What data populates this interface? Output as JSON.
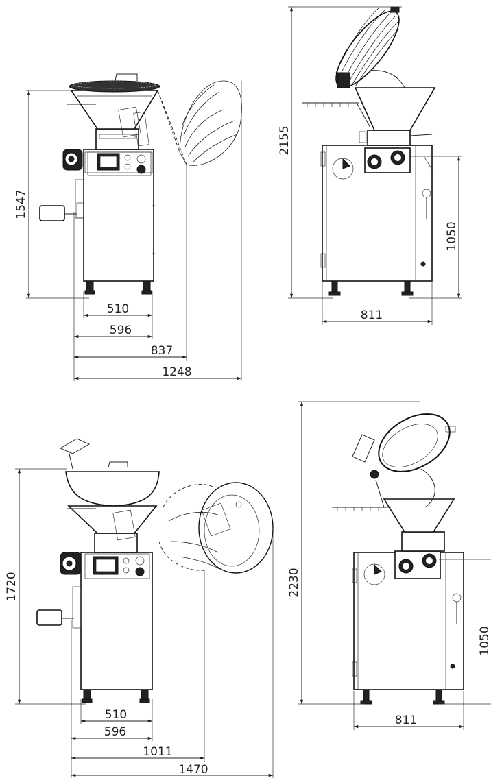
{
  "views": [
    {
      "name": "top-left",
      "vertical_dims": [
        "1547"
      ],
      "horizontal_dims": [
        "510",
        "596",
        "837",
        "1248"
      ]
    },
    {
      "name": "top-right",
      "vertical_dims": [
        "2155",
        "1050"
      ],
      "horizontal_dims": [
        "811"
      ]
    },
    {
      "name": "bottom-left",
      "vertical_dims": [
        "1720"
      ],
      "horizontal_dims": [
        "510",
        "596",
        "1011",
        "1470"
      ]
    },
    {
      "name": "bottom-right",
      "vertical_dims": [
        "2230",
        "1050"
      ],
      "horizontal_dims": [
        "811"
      ]
    }
  ]
}
